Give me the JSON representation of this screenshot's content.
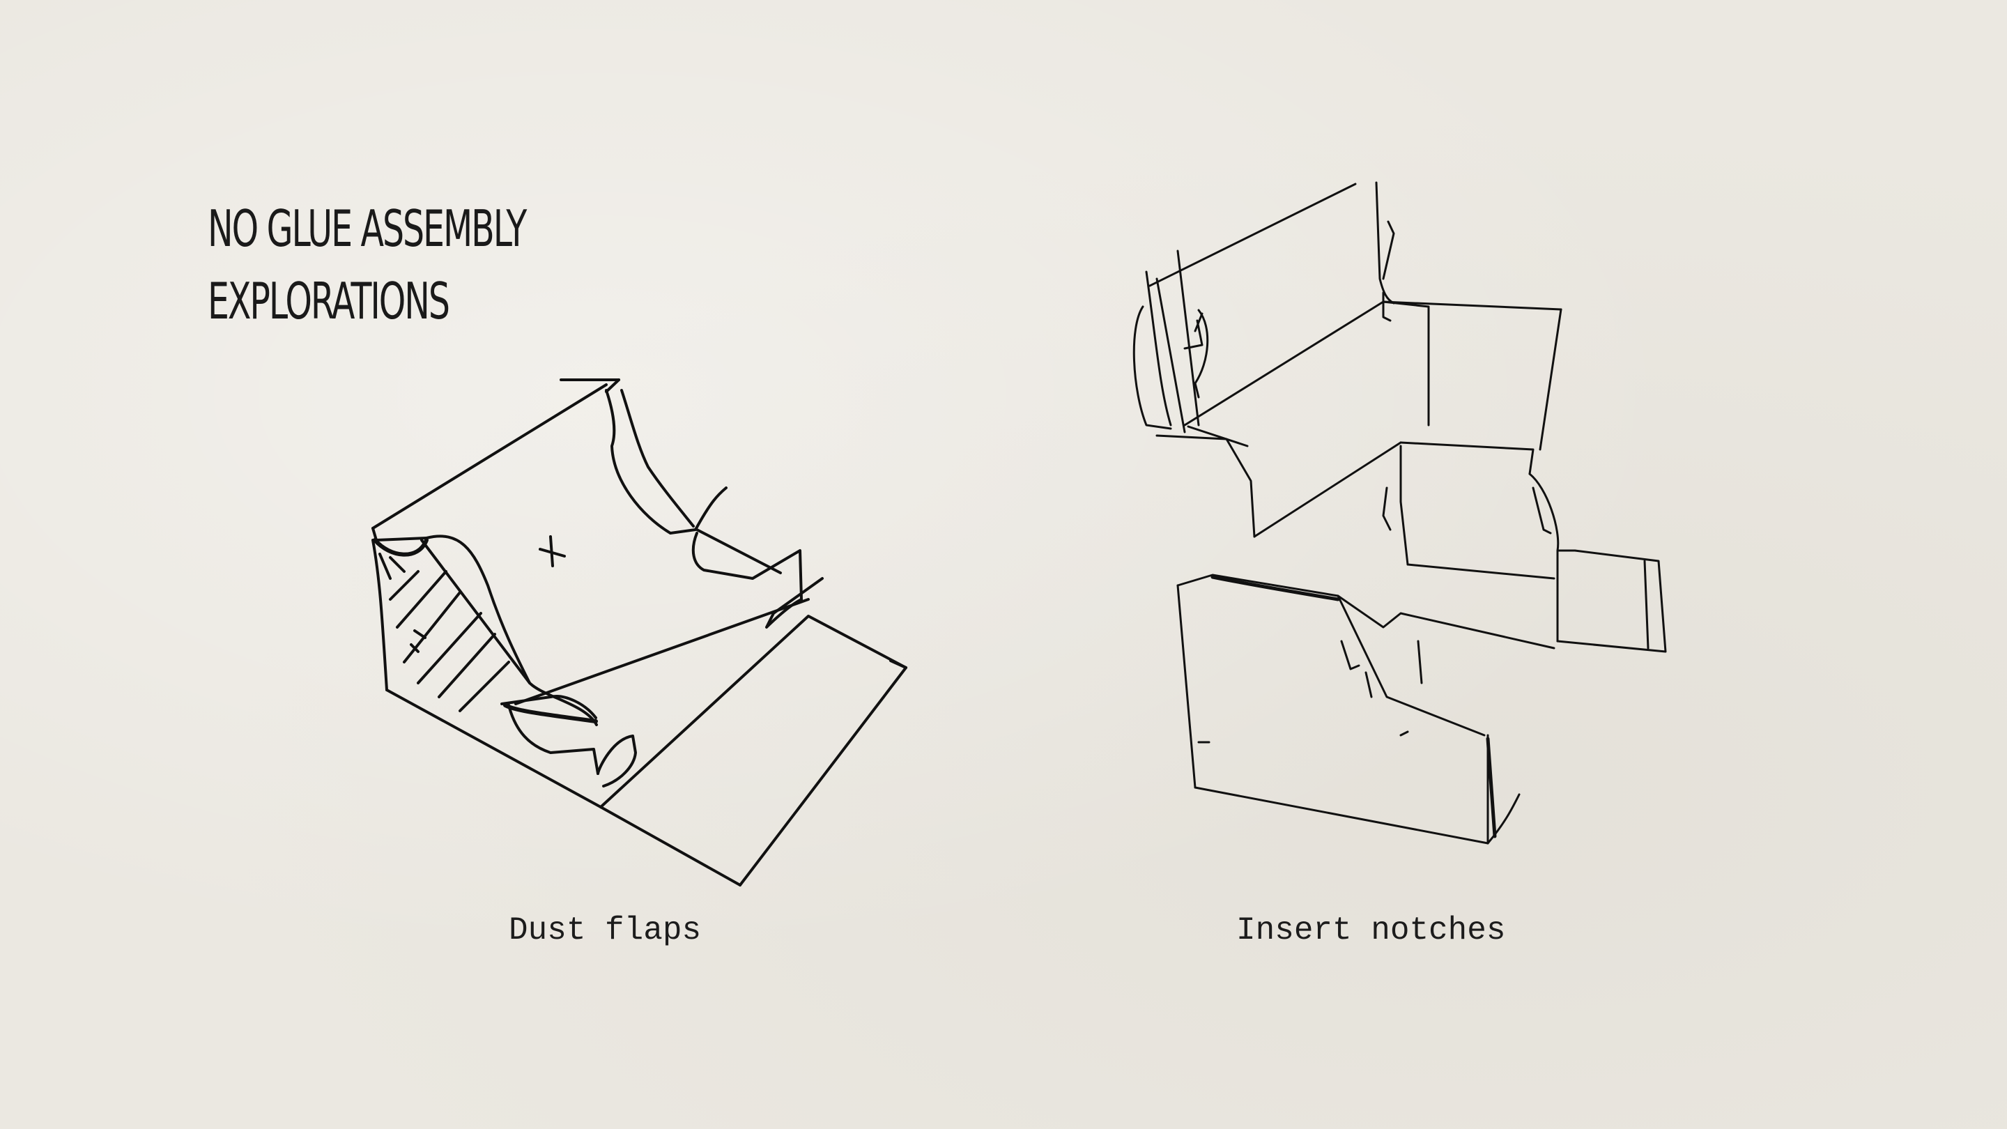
{
  "title": {
    "line1": "NO GLUE ASSEMBLY",
    "line2": "EXPLORATIONS"
  },
  "sketches": [
    {
      "caption": "Dust flaps",
      "icon": "dust-flap-box-sketch"
    },
    {
      "caption": "Insert notches",
      "icon": "notched-insert-box-sketch"
    }
  ],
  "colors": {
    "paper": "#ebe8e1",
    "ink": "#111111"
  }
}
